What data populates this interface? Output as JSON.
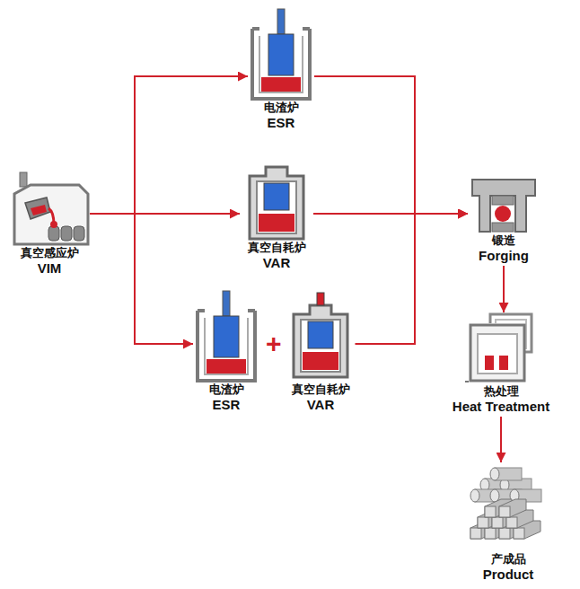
{
  "diagram": {
    "nodes": [
      {
        "text": [
          "真空感应炉",
          "VIM"
        ]
      },
      {
        "text": [
          "电渣炉",
          "ESR"
        ]
      },
      {
        "text": [
          "真空自耗炉",
          "VAR"
        ]
      },
      {
        "text": [
          "电渣炉",
          "ESR"
        ]
      },
      {
        "text": [
          "真空自耗炉",
          "VAR"
        ]
      },
      {
        "text": [
          "锻造",
          "Forging"
        ]
      },
      {
        "text": [
          "热处理",
          "Heat Treatment"
        ]
      },
      {
        "text": [
          "产成品",
          "Product"
        ]
      }
    ],
    "edges": [
      {
        "from": 0,
        "to": 1,
        "arrow": "to"
      },
      {
        "from": 0,
        "to": 2,
        "arrow": "to"
      },
      {
        "from": 0,
        "to": 3,
        "arrow": "to"
      },
      {
        "from": 1,
        "to": 5,
        "arrow": "to"
      },
      {
        "from": 2,
        "to": 5,
        "arrow": "to"
      },
      {
        "from": 4,
        "to": 5,
        "arrow": "to"
      },
      {
        "from": 5,
        "to": 6,
        "arrow": "to"
      },
      {
        "from": 6,
        "to": 7,
        "arrow": "to"
      }
    ],
    "labels": [
      "+"
    ]
  }
}
